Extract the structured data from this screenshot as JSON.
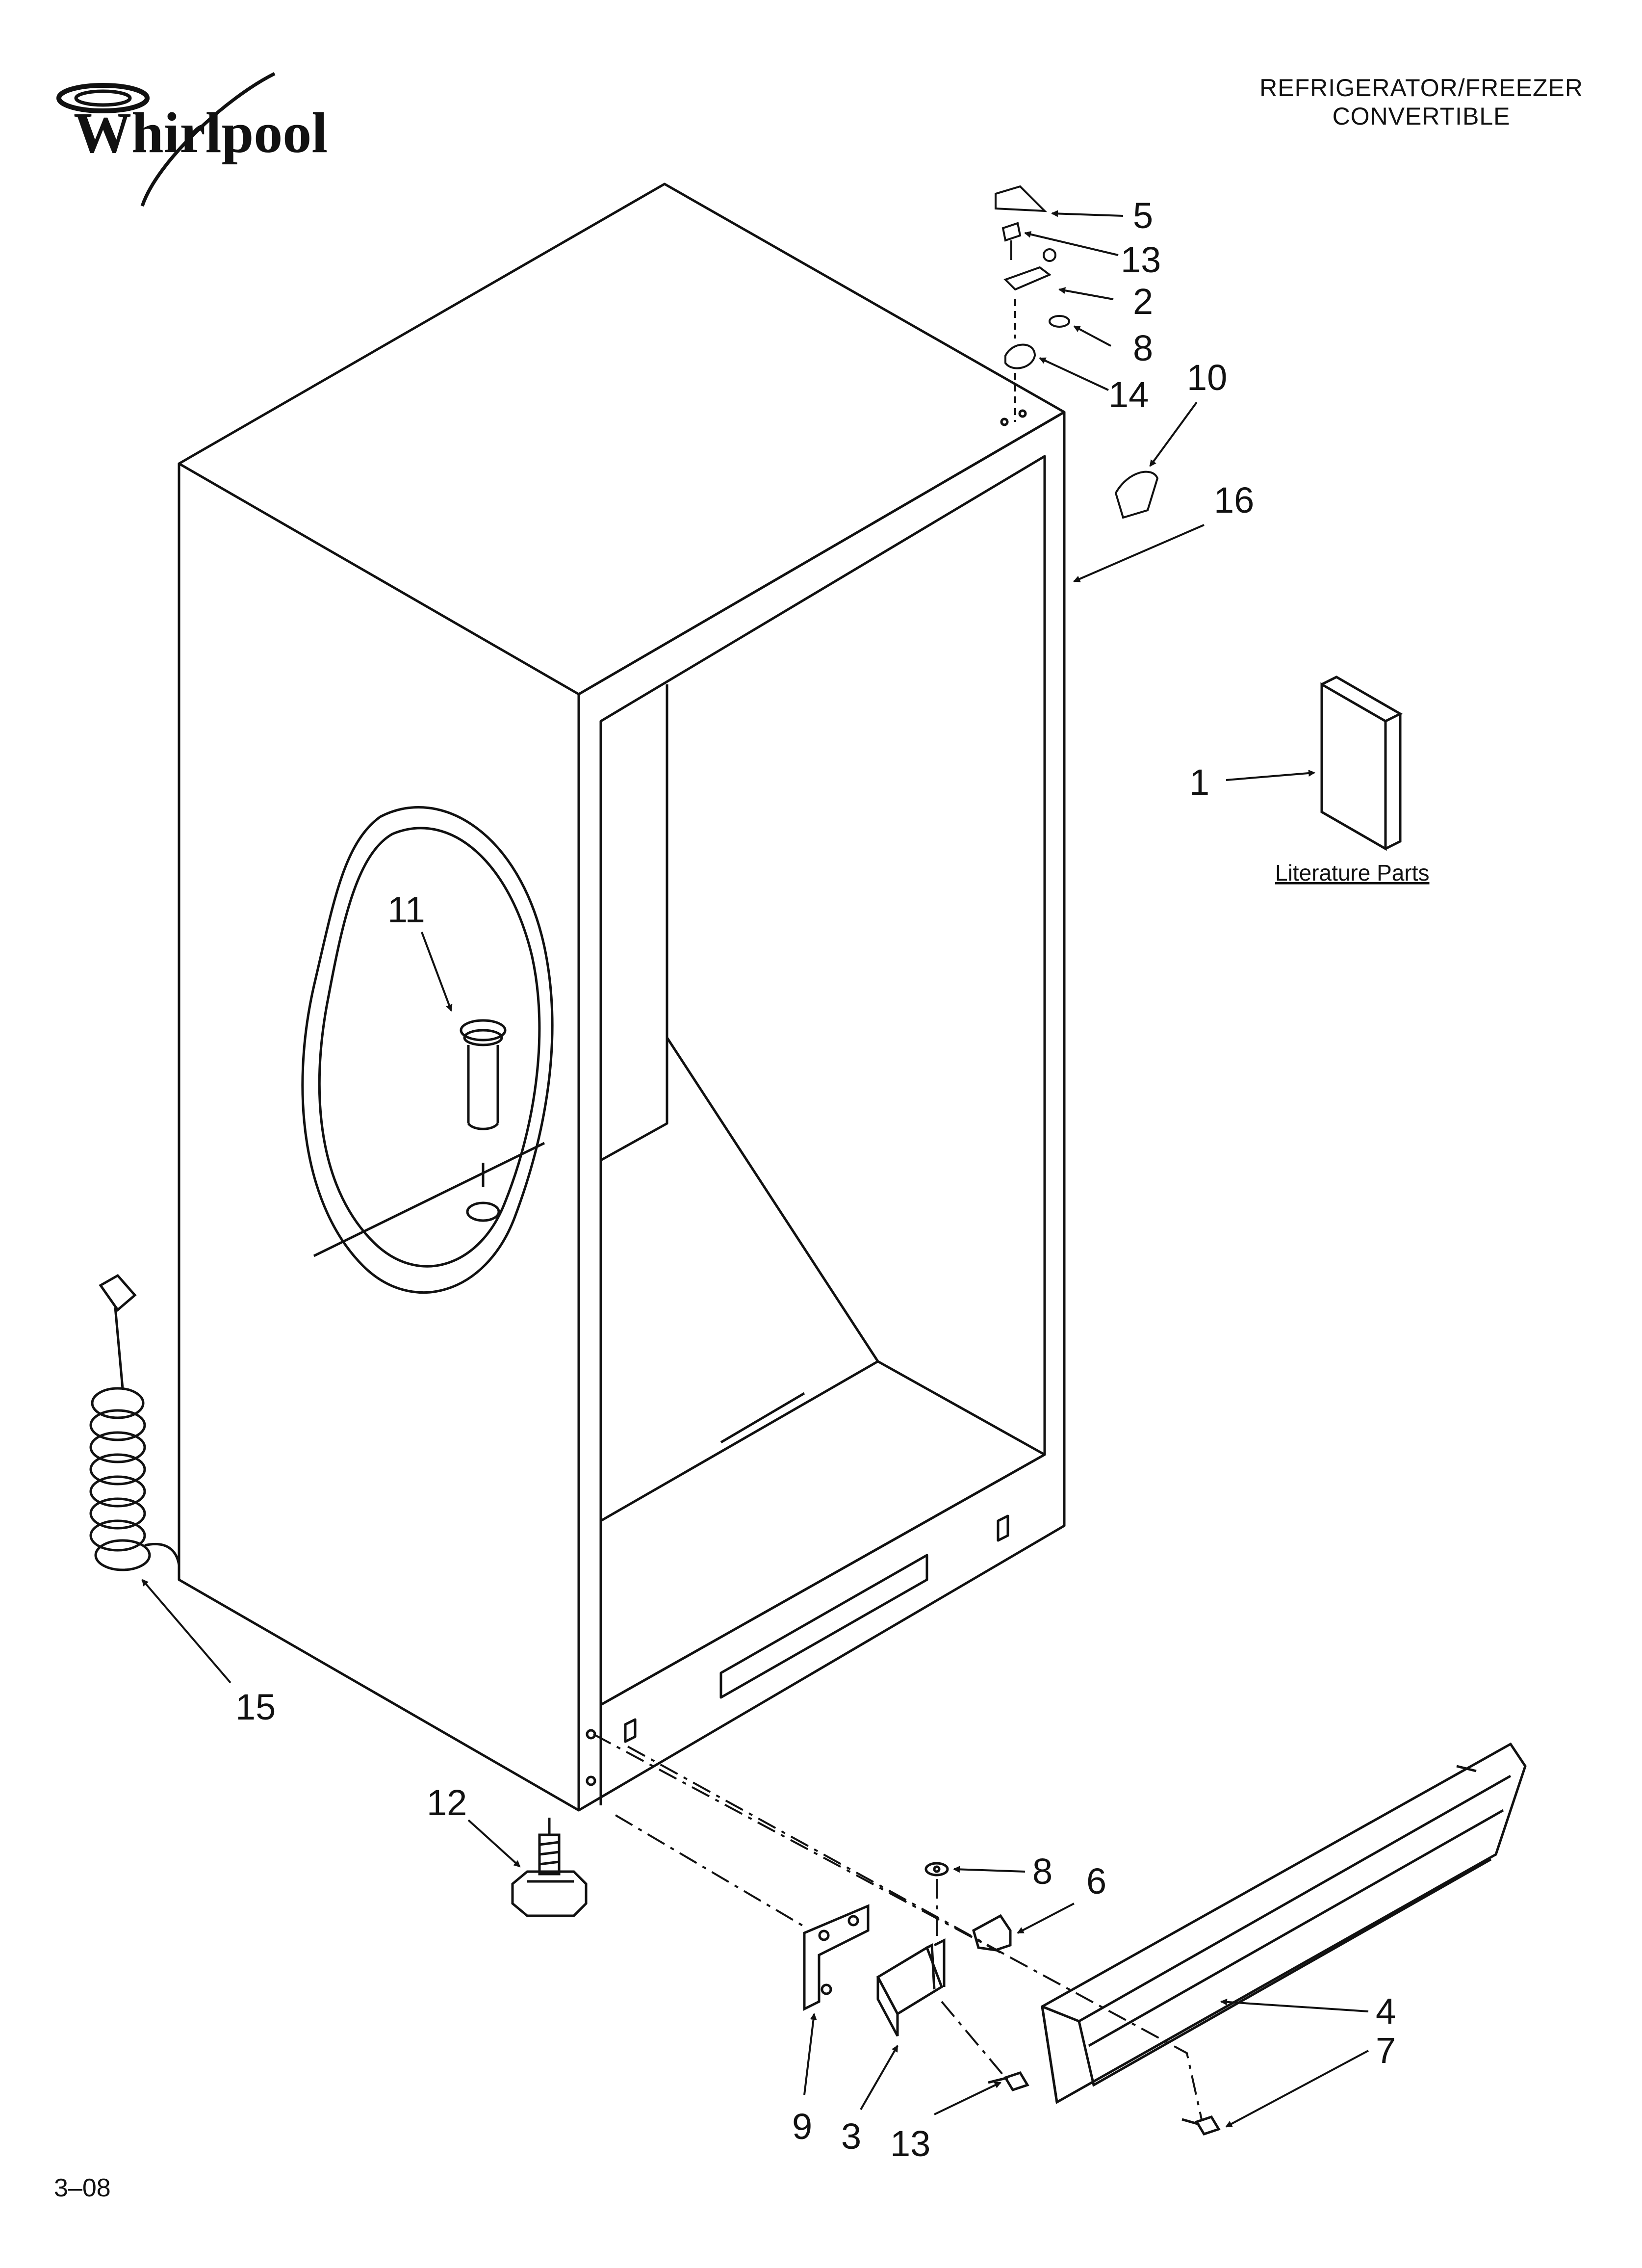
{
  "header": {
    "brand": "Whirlpool",
    "title_line1": "REFRIGERATOR/FREEZER",
    "title_line2": "CONVERTIBLE"
  },
  "literature_label": "Literature Parts",
  "footer": {
    "code": "3–08"
  },
  "callouts": [
    {
      "id": "c5",
      "label": "5"
    },
    {
      "id": "c13a",
      "label": "13"
    },
    {
      "id": "c2",
      "label": "2"
    },
    {
      "id": "c8a",
      "label": "8"
    },
    {
      "id": "c14",
      "label": "14"
    },
    {
      "id": "c10",
      "label": "10"
    },
    {
      "id": "c16",
      "label": "16"
    },
    {
      "id": "c1",
      "label": "1"
    },
    {
      "id": "c11",
      "label": "11"
    },
    {
      "id": "c15",
      "label": "15"
    },
    {
      "id": "c12",
      "label": "12"
    },
    {
      "id": "c8b",
      "label": "8"
    },
    {
      "id": "c6",
      "label": "6"
    },
    {
      "id": "c4",
      "label": "4"
    },
    {
      "id": "c7",
      "label": "7"
    },
    {
      "id": "c9",
      "label": "9"
    },
    {
      "id": "c3",
      "label": "3"
    },
    {
      "id": "c13b",
      "label": "13"
    }
  ],
  "colors": {
    "line": "#111111",
    "background": "#ffffff"
  }
}
